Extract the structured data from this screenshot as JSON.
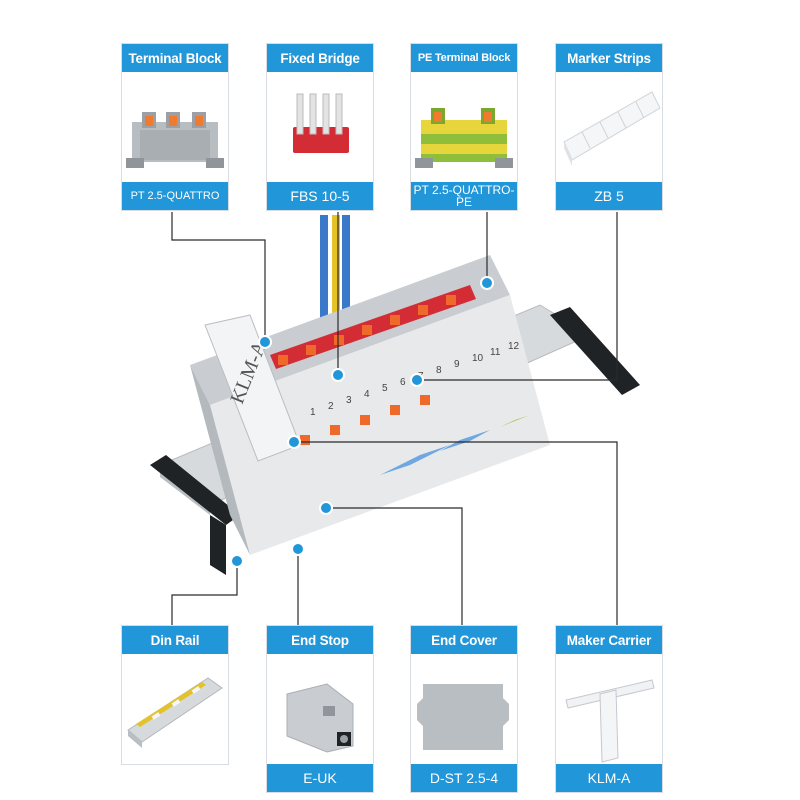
{
  "top_components": [
    {
      "title": "Terminal Block",
      "code": "PT 2.5-QUATTRO",
      "icon": "terminal-block-icon"
    },
    {
      "title": "Fixed Bridge",
      "code": "FBS 10-5",
      "icon": "fixed-bridge-icon"
    },
    {
      "title": "PE Terminal Block",
      "code": "PT 2.5-QUATTRO-PE",
      "icon": "pe-terminal-block-icon"
    },
    {
      "title": "Marker Strips",
      "code": "ZB 5",
      "icon": "marker-strips-icon"
    }
  ],
  "bottom_components": [
    {
      "title": "Din Rail",
      "code": "",
      "icon": "din-rail-icon"
    },
    {
      "title": "End Stop",
      "code": "E-UK",
      "icon": "end-stop-icon"
    },
    {
      "title": "End Cover",
      "code": "D-ST 2.5-4",
      "icon": "end-cover-icon"
    },
    {
      "title": "Maker Carrier",
      "code": "KLM-A",
      "icon": "marker-carrier-icon"
    }
  ],
  "assembly": {
    "carrier_label": "KLM-A",
    "marker_numbers": [
      "1",
      "2",
      "3",
      "4",
      "5",
      "6",
      "7",
      "8",
      "9",
      "10",
      "11",
      "12"
    ]
  },
  "colors": {
    "accent": "#2196d8",
    "terminal_gray": "#c9cdd1",
    "bridge_red": "#d42c35",
    "pe_green": "#8fbf3a",
    "pe_yellow": "#e6d63c",
    "lever_orange": "#ef6a2a"
  }
}
